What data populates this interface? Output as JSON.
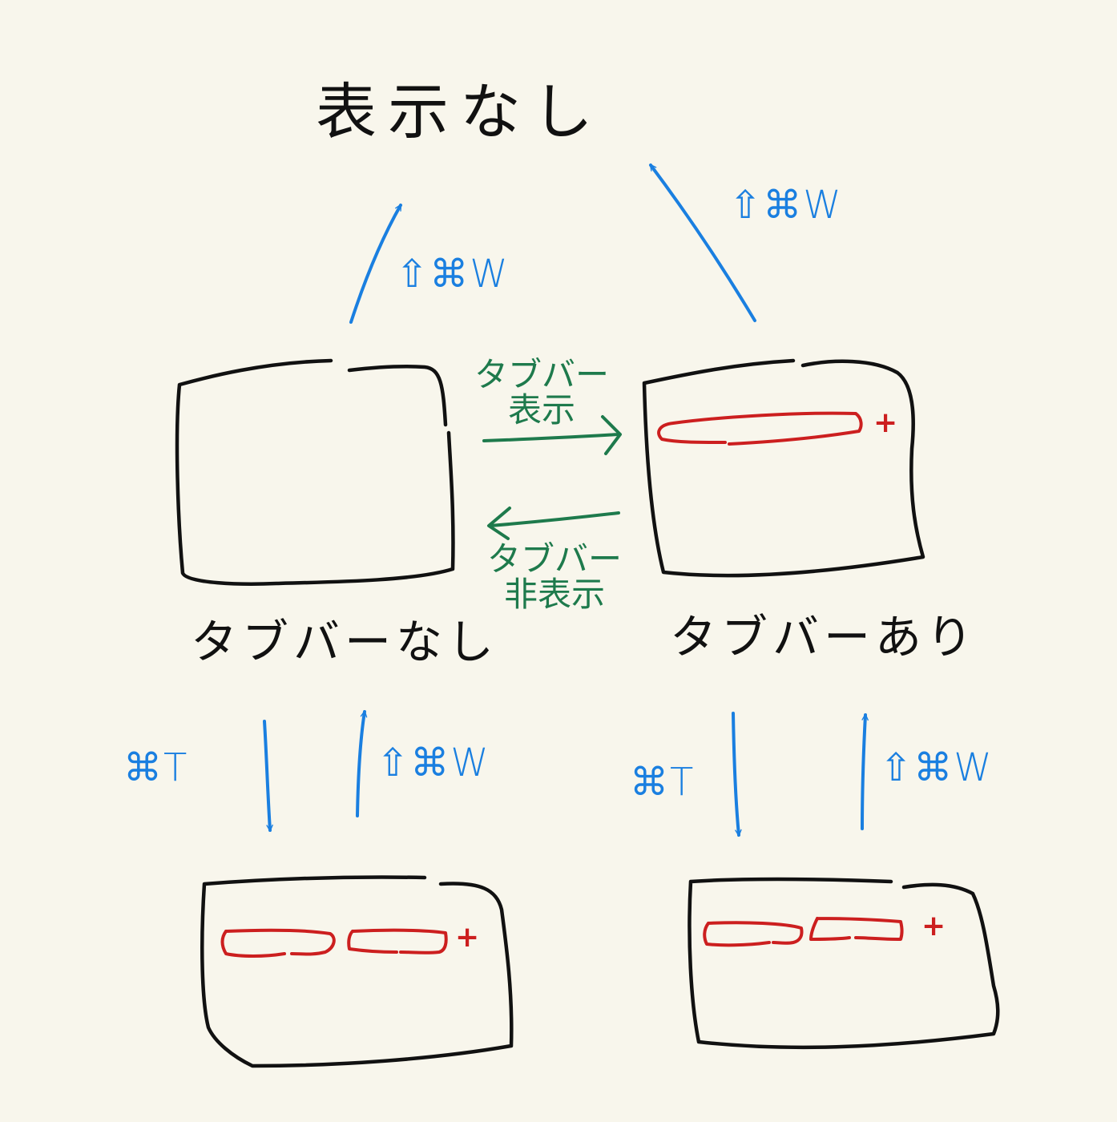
{
  "labels": {
    "top_state": "表示なし",
    "no_tabbar": "タブバーなし",
    "with_tabbar": "タブバーあり",
    "show_tabbar_line1": "タブバー",
    "show_tabbar_line2": "表示",
    "hide_tabbar_line1": "タブバー",
    "hide_tabbar_line2": "非表示",
    "shortcut_close": "⇧⌘W",
    "shortcut_new_tab": "⌘T",
    "new_tab_plus": "+"
  },
  "colors": {
    "background": "#f8f6ec",
    "window_outline": "#111111",
    "tab_outline": "#cc1f1f",
    "shortcut_arrow": "#1a7fe0",
    "tabbar_toggle_arrow": "#1e7a4c"
  }
}
